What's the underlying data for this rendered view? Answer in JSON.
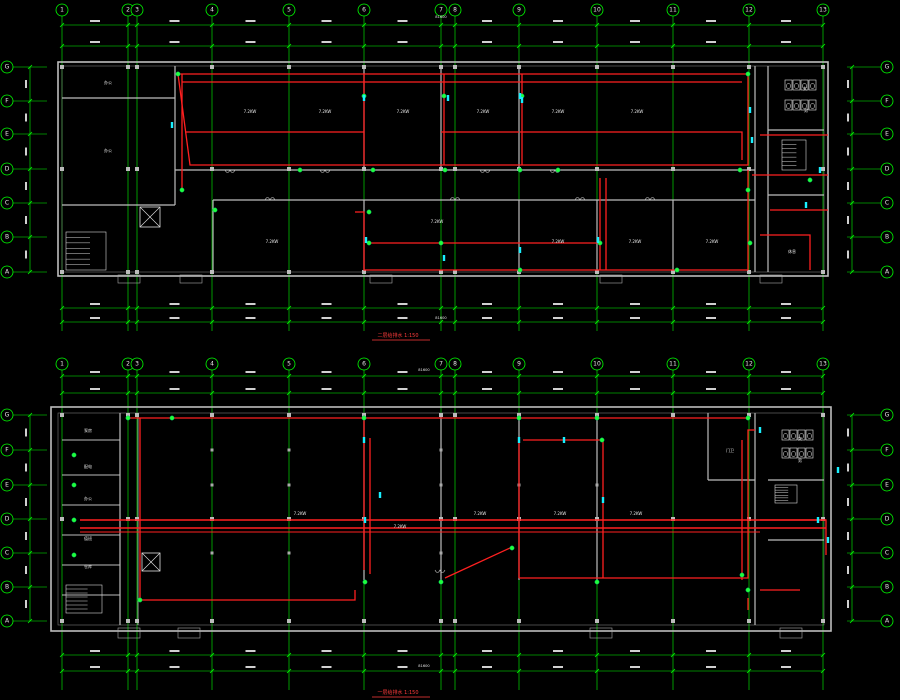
{
  "colors": {
    "background": "#000000",
    "wall": "#bdbdbd",
    "axis": "#00ff00",
    "pipe": "#ff2020",
    "fixture": "#19f0ff",
    "text": "#e6e6e6",
    "title": "#ff3b3b"
  },
  "column_axes": [
    "1",
    "2",
    "3",
    "4",
    "5",
    "6",
    "7",
    "8",
    "9",
    "10",
    "11",
    "12",
    "13"
  ],
  "row_axes": [
    "G",
    "F",
    "E",
    "D",
    "C",
    "B",
    "A"
  ],
  "plans": [
    {
      "id": "upper",
      "title": "二层给排水 1:150",
      "overall_dim": "81600",
      "rooms": [
        "办公",
        "办公",
        "7.2KW",
        "7.2KW",
        "7.2KW",
        "7.2KW",
        "7.2KW",
        "7.2KW",
        "7.2KW",
        "7.2KW",
        "7.2KW",
        "7.2KW",
        "7.2KW",
        "女",
        "男",
        "休息"
      ]
    },
    {
      "id": "lower",
      "title": "一层给排水 1:150",
      "overall_dim": "81600",
      "rooms": [
        "泵房",
        "配电",
        "办公",
        "值班",
        "仓库",
        "7.2KW",
        "7.2KW",
        "7.2KW",
        "7.2KW",
        "7.2KW",
        "门卫",
        "女",
        "男"
      ]
    }
  ]
}
